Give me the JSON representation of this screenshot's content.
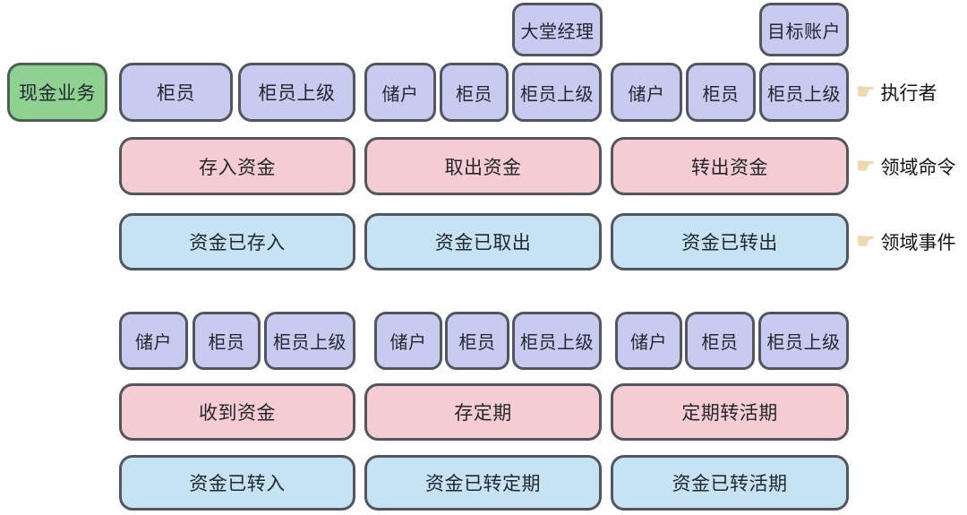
{
  "root": {
    "label": "现金业务"
  },
  "legend": {
    "pointer_glyph": "☛",
    "items": [
      {
        "label": "执行者"
      },
      {
        "label": "领域命令"
      },
      {
        "label": "领域事件"
      }
    ]
  },
  "top": {
    "floating": {
      "g2": "大堂经理",
      "g3": "目标账户"
    },
    "groups": [
      {
        "actors": [
          "柜员",
          "柜员上级"
        ],
        "command": "存入资金",
        "event": "资金已存入"
      },
      {
        "actors": [
          "储户",
          "柜员",
          "柜员上级"
        ],
        "command": "取出资金",
        "event": "资金已取出"
      },
      {
        "actors": [
          "储户",
          "柜员",
          "柜员上级"
        ],
        "command": "转出资金",
        "event": "资金已转出"
      }
    ]
  },
  "bottom": {
    "groups": [
      {
        "actors": [
          "储户",
          "柜员",
          "柜员上级"
        ],
        "command": "收到资金",
        "event": "资金已转入"
      },
      {
        "actors": [
          "储户",
          "柜员",
          "柜员上级"
        ],
        "command": "存定期",
        "event": "资金已转定期"
      },
      {
        "actors": [
          "储户",
          "柜员",
          "柜员上级"
        ],
        "command": "定期转活期",
        "event": "资金已转活期"
      }
    ]
  },
  "colors": {
    "root_fill": "#8ed191",
    "actor_fill": "#c7cbef",
    "command_fill": "#f4ccd1",
    "event_fill": "#c5e3f2",
    "border": "#51565f",
    "pointer": "#eed9ae"
  }
}
